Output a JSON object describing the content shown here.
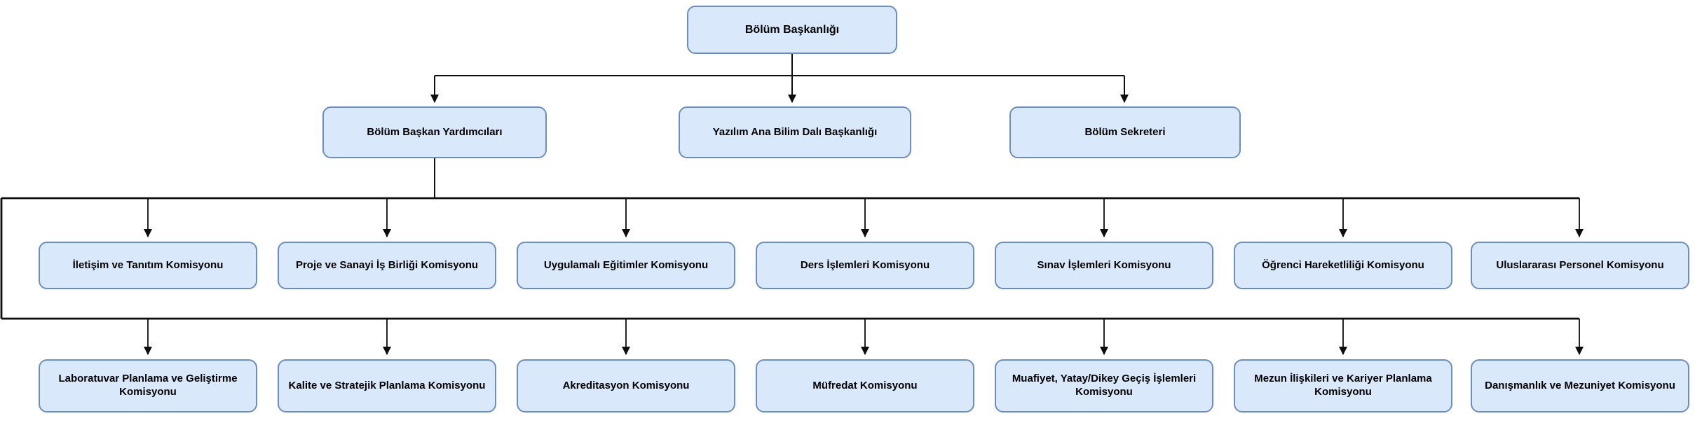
{
  "diagram": {
    "type": "org-chart",
    "root": {
      "label": "Bölüm Başkanlığı"
    },
    "level2": [
      {
        "label": "Bölüm Başkan Yardımcıları"
      },
      {
        "label": "Yazılım Ana Bilim Dalı Başkanlığı"
      },
      {
        "label": "Bölüm Sekreteri"
      }
    ],
    "commissions_row1": [
      {
        "label": "İletişim ve Tanıtım Komisyonu"
      },
      {
        "label": "Proje ve Sanayi İş Birliği Komisyonu"
      },
      {
        "label": "Uygulamalı Eğitimler Komisyonu"
      },
      {
        "label": "Ders İşlemleri Komisyonu"
      },
      {
        "label": "Sınav İşlemleri Komisyonu"
      },
      {
        "label": "Öğrenci Hareketliliği Komisyonu"
      },
      {
        "label": "Uluslararası Personel Komisyonu"
      }
    ],
    "commissions_row2": [
      {
        "label": "Laboratuvar Planlama ve Geliştirme Komisyonu"
      },
      {
        "label": "Kalite ve Stratejik Planlama Komisyonu"
      },
      {
        "label": "Akreditasyon Komisyonu"
      },
      {
        "label": "Müfredat Komisyonu"
      },
      {
        "label": "Muafiyet, Yatay/Dikey Geçiş İşlemleri Komisyonu"
      },
      {
        "label": "Mezun İlişkileri ve Kariyer Planlama Komisyonu"
      },
      {
        "label": "Danışmanlık ve Mezuniyet Komisyonu"
      }
    ],
    "colors": {
      "node_fill": "#dae8fc",
      "node_border": "#6c8ebf",
      "connector": "#0d0d0d"
    }
  }
}
